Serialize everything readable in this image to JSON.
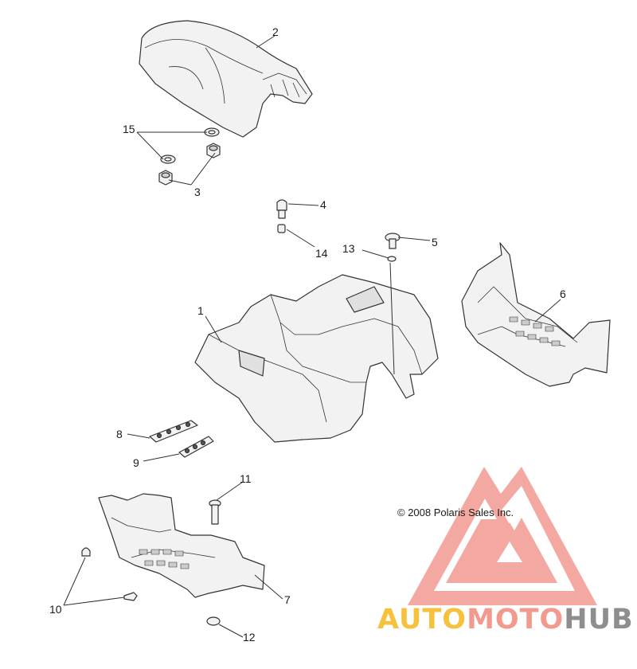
{
  "callouts": [
    {
      "id": "1",
      "text": "1"
    },
    {
      "id": "2",
      "text": "2"
    },
    {
      "id": "3",
      "text": "3"
    },
    {
      "id": "4",
      "text": "4"
    },
    {
      "id": "5",
      "text": "5"
    },
    {
      "id": "6",
      "text": "6"
    },
    {
      "id": "7",
      "text": "7"
    },
    {
      "id": "8",
      "text": "8"
    },
    {
      "id": "9",
      "text": "9"
    },
    {
      "id": "10",
      "text": "10"
    },
    {
      "id": "11",
      "text": "11"
    },
    {
      "id": "12",
      "text": "12"
    },
    {
      "id": "13",
      "text": "13"
    },
    {
      "id": "14",
      "text": "14"
    },
    {
      "id": "15",
      "text": "15"
    }
  ],
  "copyright": "© 2008 Polaris Sales Inc.",
  "watermark": {
    "part1": "AUTO",
    "part2": "MOTO",
    "part3": "HUB",
    "colors": {
      "part1": "#f6c23e",
      "part2": "#f39a8e",
      "part3": "#8e8e8e",
      "logo": "#f08c84"
    }
  },
  "colors": {
    "line": "#333333",
    "fill": "#f2f2f2",
    "shade": "#d0d0d0"
  }
}
